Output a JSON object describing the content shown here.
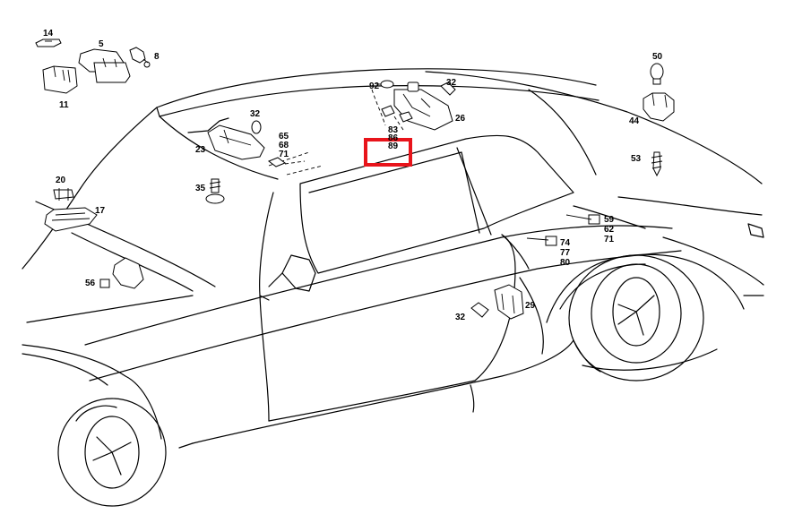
{
  "highlight_color": "#e8141b",
  "callouts": [
    {
      "id": "c14",
      "text": "14"
    },
    {
      "id": "c5",
      "text": "5"
    },
    {
      "id": "c8",
      "text": "8"
    },
    {
      "id": "c11",
      "text": "11"
    },
    {
      "id": "c92",
      "text": "92"
    },
    {
      "id": "c32a",
      "text": "32"
    },
    {
      "id": "c26",
      "text": "26"
    },
    {
      "id": "c83",
      "text": "83"
    },
    {
      "id": "c86",
      "text": "86"
    },
    {
      "id": "c89",
      "text": "89"
    },
    {
      "id": "c50",
      "text": "50"
    },
    {
      "id": "c44",
      "text": "44"
    },
    {
      "id": "c53",
      "text": "53"
    },
    {
      "id": "c32b",
      "text": "32"
    },
    {
      "id": "c65",
      "text": "65"
    },
    {
      "id": "c68",
      "text": "68"
    },
    {
      "id": "c71a",
      "text": "71"
    },
    {
      "id": "c23",
      "text": "23"
    },
    {
      "id": "c35",
      "text": "35"
    },
    {
      "id": "c20",
      "text": "20"
    },
    {
      "id": "c17",
      "text": "17"
    },
    {
      "id": "c56",
      "text": "56"
    },
    {
      "id": "c59",
      "text": "59"
    },
    {
      "id": "c62",
      "text": "62"
    },
    {
      "id": "c71b",
      "text": "71"
    },
    {
      "id": "c74",
      "text": "74"
    },
    {
      "id": "c77",
      "text": "77"
    },
    {
      "id": "c80",
      "text": "80"
    },
    {
      "id": "c29",
      "text": "29"
    },
    {
      "id": "c32c",
      "text": "32"
    }
  ]
}
